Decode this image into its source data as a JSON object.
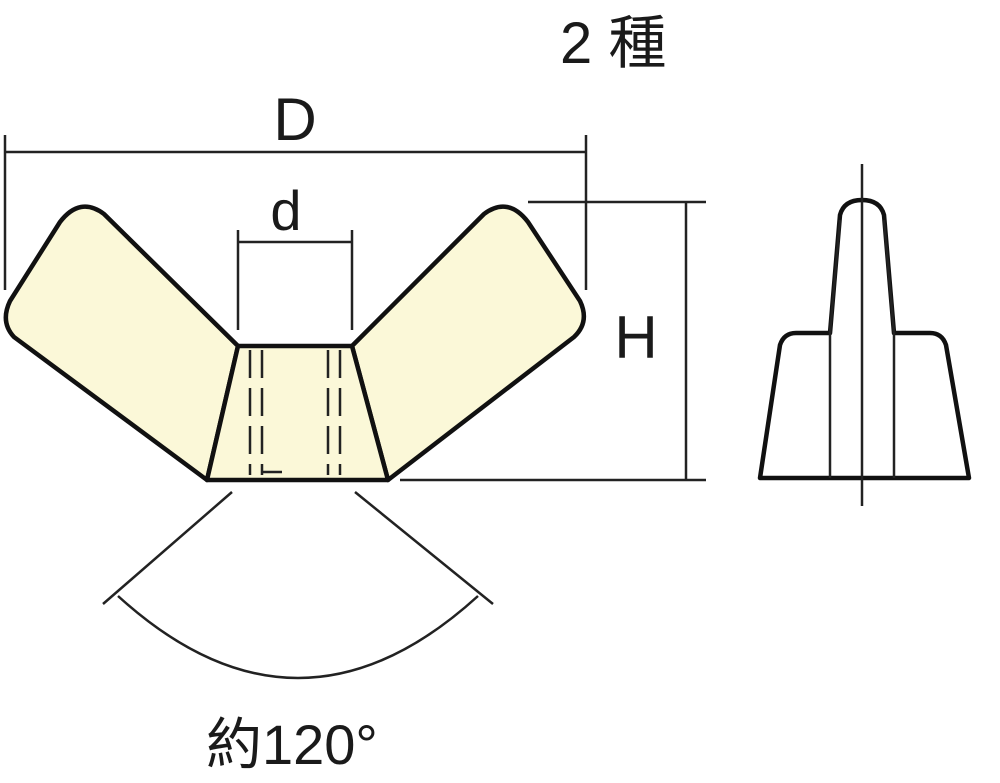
{
  "title": "2 種",
  "dimensions": {
    "outer_width": "D",
    "bore_diameter": "d",
    "height": "H",
    "angle": "約120°"
  },
  "colors": {
    "fill": "#fbf8d8",
    "outline": "#111111"
  }
}
